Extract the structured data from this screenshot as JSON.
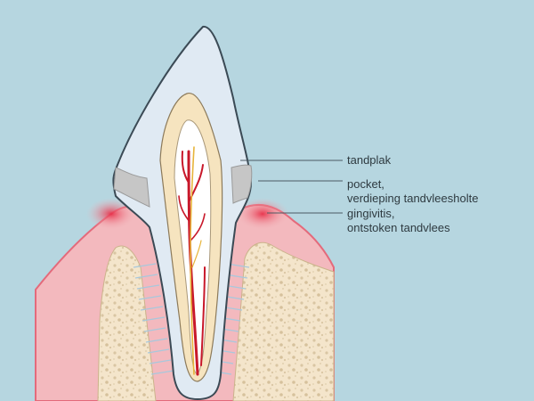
{
  "labels": {
    "tandplak": "tandplak",
    "pocket_line1": "pocket,",
    "pocket_line2": "verdieping tandvleesholte",
    "gingivitis_line1": "gingivitis,",
    "gingivitis_line2": "ontstoken tandvlees"
  },
  "colors": {
    "background": "#b6d6e0",
    "gum": "#f2b8bd",
    "gum_inflamed": "#e73a52",
    "bone": "#f6e8cf",
    "enamel": "#dfe9f2",
    "dentin": "#f6e3bd",
    "pulp": "#ffffff",
    "blood_vessel": "#c8182a",
    "nerve": "#e6b53a",
    "plaque": "#c9c9c9",
    "ligament": "#a9c9dd"
  }
}
